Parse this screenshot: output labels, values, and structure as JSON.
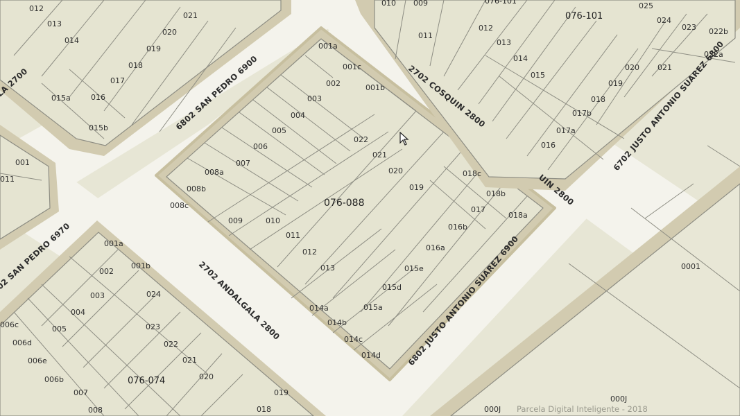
{
  "map": {
    "watermark": "Parcela Digital Inteligente - 2018",
    "blocks": [
      {
        "id": "block-center",
        "label": "076-088"
      },
      {
        "id": "block-top-right",
        "label": "076-101"
      },
      {
        "id": "block-top-right-partial",
        "label": "076-101"
      },
      {
        "id": "block-bottom-left",
        "label": "076-074"
      }
    ],
    "streets": [
      {
        "id": "street-cosquin",
        "label": "2702 COSQUIN 2800"
      },
      {
        "id": "street-cosquin-partial",
        "label": "UIN 2800"
      },
      {
        "id": "street-san-pedro-upper",
        "label": "6802 SAN PEDRO 6900"
      },
      {
        "id": "street-san-pedro-lower",
        "label": "02 SAN PEDRO 6970"
      },
      {
        "id": "street-andalgala",
        "label": "2702 ANDALGALA 2800"
      },
      {
        "id": "street-andalgala-partial",
        "label": "LA 2700"
      },
      {
        "id": "street-suarez-lower",
        "label": "6802 JUSTO ANTONIO SUAREZ 6900"
      },
      {
        "id": "street-suarez-upper",
        "label": "6702 JUSTO ANTONIO SUAREZ 6800"
      }
    ],
    "parcels": [
      {
        "text": "012"
      },
      {
        "text": "013"
      },
      {
        "text": "014"
      },
      {
        "text": "021"
      },
      {
        "text": "020"
      },
      {
        "text": "019"
      },
      {
        "text": "018"
      },
      {
        "text": "017"
      },
      {
        "text": "016"
      },
      {
        "text": "015a"
      },
      {
        "text": "015b"
      },
      {
        "text": "001"
      },
      {
        "text": "011"
      },
      {
        "text": "010"
      },
      {
        "text": "009"
      },
      {
        "text": "011"
      },
      {
        "text": "012"
      },
      {
        "text": "013"
      },
      {
        "text": "014"
      },
      {
        "text": "015"
      },
      {
        "text": "016"
      },
      {
        "text": "017a"
      },
      {
        "text": "017b"
      },
      {
        "text": "018"
      },
      {
        "text": "019"
      },
      {
        "text": "020"
      },
      {
        "text": "021"
      },
      {
        "text": "022a"
      },
      {
        "text": "022b"
      },
      {
        "text": "023"
      },
      {
        "text": "024"
      },
      {
        "text": "025"
      },
      {
        "text": "001a"
      },
      {
        "text": "001c"
      },
      {
        "text": "001b"
      },
      {
        "text": "002"
      },
      {
        "text": "003"
      },
      {
        "text": "004"
      },
      {
        "text": "005"
      },
      {
        "text": "006"
      },
      {
        "text": "007"
      },
      {
        "text": "008a"
      },
      {
        "text": "008b"
      },
      {
        "text": "008c"
      },
      {
        "text": "009"
      },
      {
        "text": "010"
      },
      {
        "text": "011"
      },
      {
        "text": "012"
      },
      {
        "text": "013"
      },
      {
        "text": "014a"
      },
      {
        "text": "014b"
      },
      {
        "text": "014c"
      },
      {
        "text": "014d"
      },
      {
        "text": "015a"
      },
      {
        "text": "015d"
      },
      {
        "text": "015e"
      },
      {
        "text": "016a"
      },
      {
        "text": "016b"
      },
      {
        "text": "017"
      },
      {
        "text": "018a"
      },
      {
        "text": "018b"
      },
      {
        "text": "018c"
      },
      {
        "text": "019"
      },
      {
        "text": "020"
      },
      {
        "text": "021"
      },
      {
        "text": "022"
      },
      {
        "text": "001a"
      },
      {
        "text": "001b"
      },
      {
        "text": "002"
      },
      {
        "text": "003"
      },
      {
        "text": "024"
      },
      {
        "text": "004"
      },
      {
        "text": "005"
      },
      {
        "text": "023"
      },
      {
        "text": "006c"
      },
      {
        "text": "006d"
      },
      {
        "text": "006e"
      },
      {
        "text": "006b"
      },
      {
        "text": "022"
      },
      {
        "text": "021"
      },
      {
        "text": "020"
      },
      {
        "text": "007"
      },
      {
        "text": "008"
      },
      {
        "text": "019"
      },
      {
        "text": "018"
      },
      {
        "text": "0001"
      },
      {
        "text": "000J"
      },
      {
        "text": "000J"
      }
    ],
    "colors": {
      "background": "#e7e6d5",
      "road": "#f4f3ec",
      "block_border": "#d2cbb0",
      "block_fill": "#e5e4d1",
      "parcel_line": "#8d8d83"
    }
  }
}
